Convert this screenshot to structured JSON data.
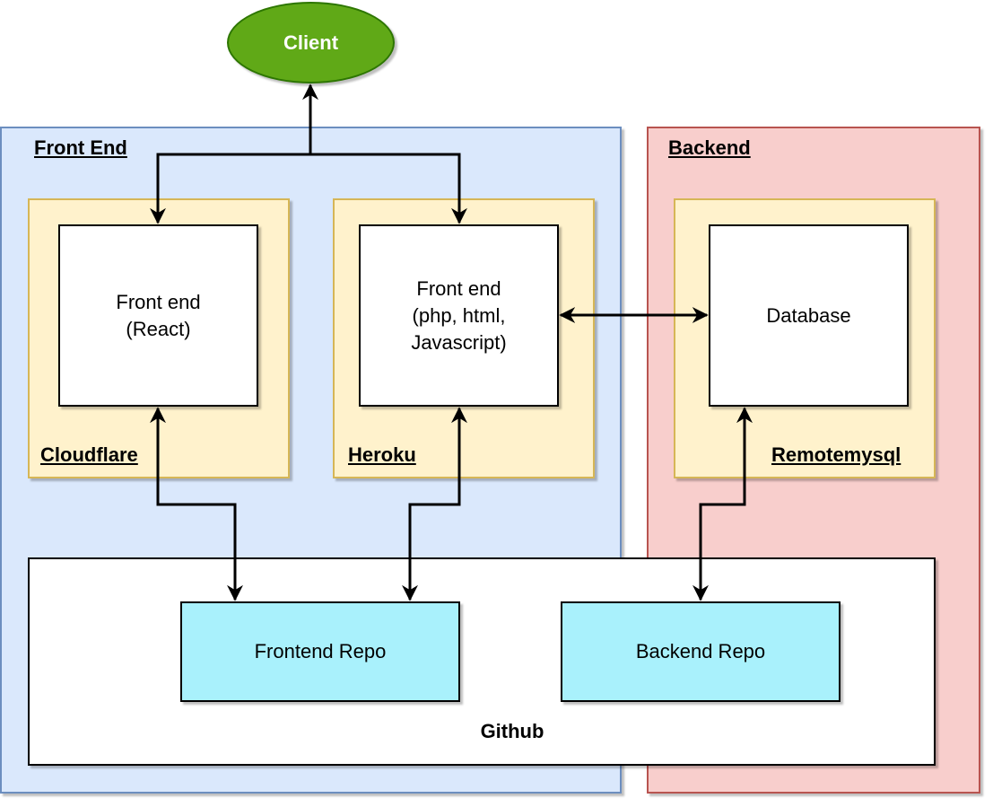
{
  "client": {
    "label": "Client",
    "fill": "#60a917",
    "stroke": "#2d7600"
  },
  "groups": {
    "frontend": {
      "label": "Front End",
      "fill": "#dae8fc",
      "stroke": "#6c8ebf"
    },
    "backend": {
      "label": "Backend",
      "fill": "#f8cecc",
      "stroke": "#b85450"
    }
  },
  "hosts": {
    "cloudflare": {
      "label": "Cloudflare",
      "fill": "#fff2cc"
    },
    "heroku": {
      "label": "Heroku",
      "fill": "#fff2cc"
    },
    "remotemysql": {
      "label": "Remotemysql",
      "fill": "#fff2cc"
    }
  },
  "nodes": {
    "react": "Front end\n(React)",
    "php": "Front end\n(php, html,\nJavascript)",
    "database": "Database"
  },
  "github": {
    "label": "Github",
    "frontend_repo": "Frontend Repo",
    "backend_repo": "Backend Repo",
    "repo_fill": "#a9f1fc"
  },
  "connections": [
    {
      "from": "client",
      "to": "react",
      "arrows": "both"
    },
    {
      "from": "client",
      "to": "php",
      "arrows": "both"
    },
    {
      "from": "php",
      "to": "database",
      "arrows": "both"
    },
    {
      "from": "react",
      "to": "frontend_repo",
      "arrows": "both"
    },
    {
      "from": "php",
      "to": "frontend_repo",
      "arrows": "both"
    },
    {
      "from": "database",
      "to": "backend_repo",
      "arrows": "both"
    }
  ]
}
